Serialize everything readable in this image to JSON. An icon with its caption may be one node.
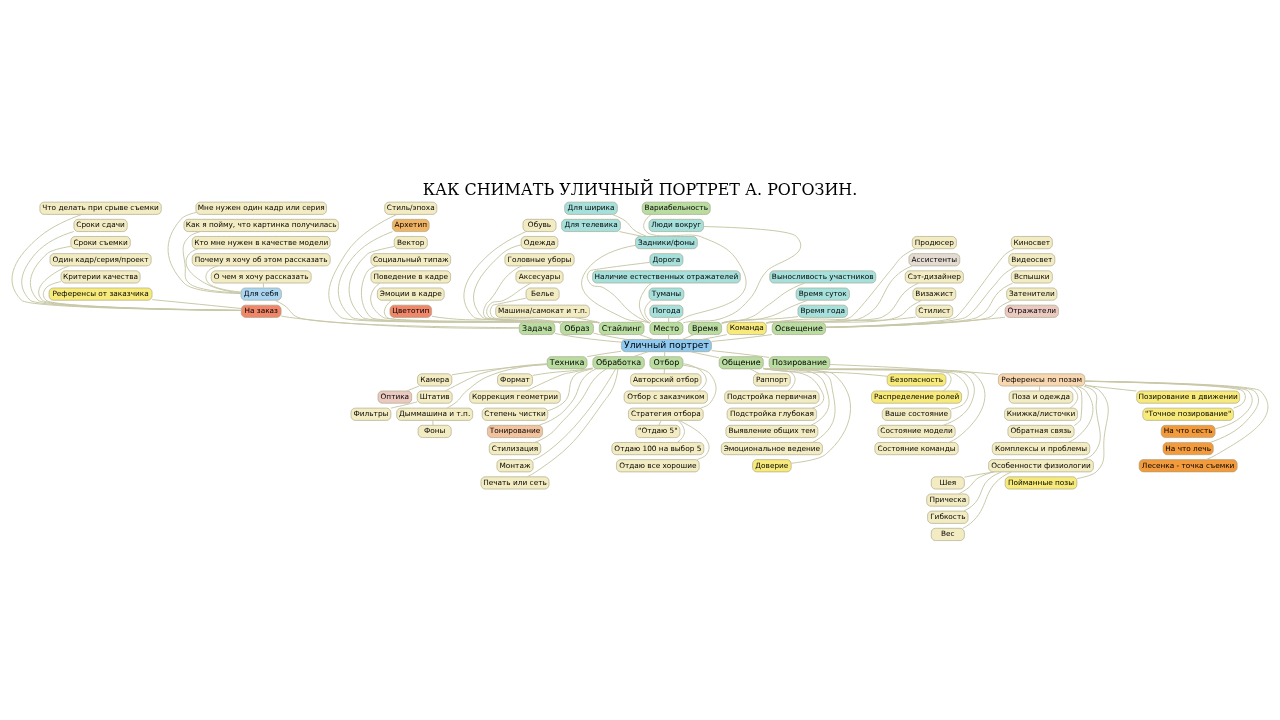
{
  "diagram": {
    "title": "КАК СНИМАТЬ УЛИЧНЫЙ ПОРТРЕТ А. РОГОЗИН.",
    "nodes": [
      {
        "text": [
          "Уличный портрет"
        ]
      },
      {
        "text": [
          "Задача"
        ]
      },
      {
        "text": [
          "На заказ"
        ]
      },
      {
        "text": [
          "Референсы от заказчика"
        ]
      },
      {
        "text": [
          "Критерии качества"
        ]
      },
      {
        "text": [
          "Один кадр/серия/проект"
        ]
      },
      {
        "text": [
          "Сроки съемки"
        ]
      },
      {
        "text": [
          "Сроки сдачи"
        ]
      },
      {
        "text": [
          "Что делать при срыве съемки"
        ]
      },
      {
        "text": [
          "Для себя"
        ]
      },
      {
        "text": [
          "О чем я хочу рассказать"
        ]
      },
      {
        "text": [
          "Почему я хочу об этом рассказать"
        ]
      },
      {
        "text": [
          "Кто мне нужен в качестве модели"
        ]
      },
      {
        "text": [
          "Как я пойму, что картинка получилась"
        ]
      },
      {
        "text": [
          "Мне нужен один кадр или серия"
        ]
      },
      {
        "text": [
          "Образ"
        ]
      },
      {
        "text": [
          "Цветотип"
        ]
      },
      {
        "text": [
          "Эмоции в кадре"
        ]
      },
      {
        "text": [
          "Поведение в кадре"
        ]
      },
      {
        "text": [
          "Социальный типаж"
        ]
      },
      {
        "text": [
          "Вектор"
        ]
      },
      {
        "text": [
          "Архетип"
        ]
      },
      {
        "text": [
          "Стиль/эпоха"
        ]
      },
      {
        "text": [
          "Стайлинг"
        ]
      },
      {
        "text": [
          "Машина/самокат и т.п."
        ]
      },
      {
        "text": [
          "Белье"
        ]
      },
      {
        "text": [
          "Аксесуары"
        ]
      },
      {
        "text": [
          "Головные уборы"
        ]
      },
      {
        "text": [
          "Одежда"
        ]
      },
      {
        "text": [
          "Обувь"
        ]
      },
      {
        "text": [
          "Место"
        ]
      },
      {
        "text": [
          "Погода"
        ]
      },
      {
        "text": [
          "Туманы"
        ]
      },
      {
        "text": [
          "Наличие естественных отражателей"
        ]
      },
      {
        "text": [
          "Для телевика"
        ]
      },
      {
        "text": [
          "Для ширика"
        ]
      },
      {
        "text": [
          "Дорога"
        ]
      },
      {
        "text": [
          "Задники/фоны"
        ]
      },
      {
        "text": [
          "Люди вокруг"
        ]
      },
      {
        "text": [
          "Вариабельность"
        ]
      },
      {
        "text": [
          "Время"
        ]
      },
      {
        "text": [
          "Время года"
        ]
      },
      {
        "text": [
          "Время суток"
        ]
      },
      {
        "text": [
          "Выносливость участников"
        ]
      },
      {
        "text": [
          "Команда"
        ]
      },
      {
        "text": [
          "Стилист"
        ]
      },
      {
        "text": [
          "Визажист"
        ]
      },
      {
        "text": [
          "Сэт-дизайнер"
        ]
      },
      {
        "text": [
          "Ассистенты"
        ]
      },
      {
        "text": [
          "Продюсер"
        ]
      },
      {
        "text": [
          "Освещение"
        ]
      },
      {
        "text": [
          "Отражатели"
        ]
      },
      {
        "text": [
          "Затенители"
        ]
      },
      {
        "text": [
          "Вспышки"
        ]
      },
      {
        "text": [
          "Видеосвет"
        ]
      },
      {
        "text": [
          "Киносвет"
        ]
      },
      {
        "text": [
          "Техника"
        ]
      },
      {
        "text": [
          "Камера"
        ]
      },
      {
        "text": [
          "Оптика"
        ]
      },
      {
        "text": [
          "Штатив"
        ]
      },
      {
        "text": [
          "Фильтры"
        ]
      },
      {
        "text": [
          "Дыммашина и т.п."
        ]
      },
      {
        "text": [
          "Фоны"
        ]
      },
      {
        "text": [
          "Обработка"
        ]
      },
      {
        "text": [
          "Формат"
        ]
      },
      {
        "text": [
          "Коррекция геометрии"
        ]
      },
      {
        "text": [
          "Степень чистки"
        ]
      },
      {
        "text": [
          "Тонирование"
        ]
      },
      {
        "text": [
          "Стилизация"
        ]
      },
      {
        "text": [
          "Монтаж"
        ]
      },
      {
        "text": [
          "Печать или сеть"
        ]
      },
      {
        "text": [
          "Отбор"
        ]
      },
      {
        "text": [
          "Авторский отбор"
        ]
      },
      {
        "text": [
          "Отбор с заказчиком"
        ]
      },
      {
        "text": [
          "Стратегия отбора"
        ]
      },
      {
        "text": [
          "\"Отдаю 5\""
        ]
      },
      {
        "text": [
          "Отдаю 100 на выбор 5"
        ]
      },
      {
        "text": [
          "Отдаю все хорошие"
        ]
      },
      {
        "text": [
          "Общение"
        ]
      },
      {
        "text": [
          "Раппорт"
        ]
      },
      {
        "text": [
          "Подстройка первичная"
        ]
      },
      {
        "text": [
          "Подстройка глубокая"
        ]
      },
      {
        "text": [
          "Выявление общих тем"
        ]
      },
      {
        "text": [
          "Эмоциональное ведение"
        ]
      },
      {
        "text": [
          "Доверие"
        ]
      },
      {
        "text": [
          "Безопасность"
        ]
      },
      {
        "text": [
          "Распределение ролей"
        ]
      },
      {
        "text": [
          "Ваше состояние"
        ]
      },
      {
        "text": [
          "Состояние модели"
        ]
      },
      {
        "text": [
          "Состояние команды"
        ]
      },
      {
        "text": [
          "Позирование"
        ]
      },
      {
        "text": [
          "Референсы по позам"
        ]
      },
      {
        "text": [
          "Поза и одежда"
        ]
      },
      {
        "text": [
          "Книжка/листочки"
        ]
      },
      {
        "text": [
          "Обратная связь"
        ]
      },
      {
        "text": [
          "Комплексы и проблемы"
        ]
      },
      {
        "text": [
          "Особенности физиологии"
        ]
      },
      {
        "text": [
          "Шея"
        ]
      },
      {
        "text": [
          "Прическа"
        ]
      },
      {
        "text": [
          "Гибкость"
        ]
      },
      {
        "text": [
          "Вес"
        ]
      },
      {
        "text": [
          "Пойманные позы"
        ]
      },
      {
        "text": [
          "Позирование в движении"
        ]
      },
      {
        "text": [
          "\"Точное позирование\""
        ]
      },
      {
        "text": [
          "На что сесть"
        ]
      },
      {
        "text": [
          "На что лечь"
        ]
      },
      {
        "text": [
          "Лесенка - точка съемки"
        ]
      }
    ],
    "edges": [
      {
        "from": 0,
        "to": 1,
        "arrow": "none"
      },
      {
        "from": 1,
        "to": 2,
        "arrow": "none"
      },
      {
        "from": 2,
        "to": 3,
        "arrow": "none"
      },
      {
        "from": 2,
        "to": 4,
        "arrow": "none"
      },
      {
        "from": 2,
        "to": 5,
        "arrow": "none"
      },
      {
        "from": 2,
        "to": 6,
        "arrow": "none"
      },
      {
        "from": 2,
        "to": 7,
        "arrow": "none"
      },
      {
        "from": 2,
        "to": 8,
        "arrow": "none"
      },
      {
        "from": 1,
        "to": 9,
        "arrow": "none"
      },
      {
        "from": 9,
        "to": 10,
        "arrow": "none"
      },
      {
        "from": 9,
        "to": 11,
        "arrow": "none"
      },
      {
        "from": 9,
        "to": 12,
        "arrow": "none"
      },
      {
        "from": 9,
        "to": 13,
        "arrow": "none"
      },
      {
        "from": 9,
        "to": 14,
        "arrow": "none"
      },
      {
        "from": 0,
        "to": 15,
        "arrow": "none"
      },
      {
        "from": 15,
        "to": 16,
        "arrow": "none"
      },
      {
        "from": 15,
        "to": 17,
        "arrow": "none"
      },
      {
        "from": 15,
        "to": 18,
        "arrow": "none"
      },
      {
        "from": 15,
        "to": 19,
        "arrow": "none"
      },
      {
        "from": 15,
        "to": 20,
        "arrow": "none"
      },
      {
        "from": 15,
        "to": 21,
        "arrow": "none"
      },
      {
        "from": 15,
        "to": 22,
        "arrow": "none"
      },
      {
        "from": 0,
        "to": 23,
        "arrow": "none"
      },
      {
        "from": 23,
        "to": 24,
        "arrow": "none"
      },
      {
        "from": 23,
        "to": 25,
        "arrow": "none"
      },
      {
        "from": 23,
        "to": 26,
        "arrow": "none"
      },
      {
        "from": 23,
        "to": 27,
        "arrow": "none"
      },
      {
        "from": 23,
        "to": 28,
        "arrow": "none"
      },
      {
        "from": 23,
        "to": 29,
        "arrow": "none"
      },
      {
        "from": 0,
        "to": 30,
        "arrow": "none"
      },
      {
        "from": 30,
        "to": 31,
        "arrow": "none"
      },
      {
        "from": 30,
        "to": 32,
        "arrow": "none"
      },
      {
        "from": 30,
        "to": 33,
        "arrow": "none"
      },
      {
        "from": 37,
        "to": 34,
        "arrow": "none"
      },
      {
        "from": 37,
        "to": 35,
        "arrow": "none"
      },
      {
        "from": 30,
        "to": 36,
        "arrow": "none"
      },
      {
        "from": 30,
        "to": 37,
        "arrow": "none"
      },
      {
        "from": 30,
        "to": 38,
        "arrow": "none"
      },
      {
        "from": 30,
        "to": 39,
        "arrow": "none"
      },
      {
        "from": 0,
        "to": 40,
        "arrow": "none"
      },
      {
        "from": 40,
        "to": 41,
        "arrow": "none"
      },
      {
        "from": 40,
        "to": 42,
        "arrow": "none"
      },
      {
        "from": 40,
        "to": 43,
        "arrow": "none"
      },
      {
        "from": 0,
        "to": 44,
        "arrow": "none"
      },
      {
        "from": 44,
        "to": 45,
        "arrow": "none"
      },
      {
        "from": 44,
        "to": 46,
        "arrow": "none"
      },
      {
        "from": 44,
        "to": 47,
        "arrow": "none"
      },
      {
        "from": 44,
        "to": 48,
        "arrow": "none"
      },
      {
        "from": 44,
        "to": 49,
        "arrow": "none"
      },
      {
        "from": 0,
        "to": 50,
        "arrow": "none"
      },
      {
        "from": 50,
        "to": 51,
        "arrow": "none"
      },
      {
        "from": 50,
        "to": 52,
        "arrow": "none"
      },
      {
        "from": 50,
        "to": 53,
        "arrow": "none"
      },
      {
        "from": 50,
        "to": 54,
        "arrow": "none"
      },
      {
        "from": 50,
        "to": 55,
        "arrow": "none"
      },
      {
        "from": 0,
        "to": 56,
        "arrow": "none"
      },
      {
        "from": 56,
        "to": 57,
        "arrow": "none"
      },
      {
        "from": 57,
        "to": 58,
        "arrow": "none"
      },
      {
        "from": 56,
        "to": 59,
        "arrow": "none"
      },
      {
        "from": 59,
        "to": 60,
        "arrow": "none"
      },
      {
        "from": 56,
        "to": 61,
        "arrow": "none"
      },
      {
        "from": 61,
        "to": 62,
        "arrow": "none"
      },
      {
        "from": 0,
        "to": 63,
        "arrow": "none"
      },
      {
        "from": 63,
        "to": 64,
        "arrow": "none"
      },
      {
        "from": 63,
        "to": 65,
        "arrow": "none"
      },
      {
        "from": 63,
        "to": 66,
        "arrow": "none"
      },
      {
        "from": 63,
        "to": 67,
        "arrow": "none"
      },
      {
        "from": 63,
        "to": 68,
        "arrow": "none"
      },
      {
        "from": 63,
        "to": 69,
        "arrow": "none"
      },
      {
        "from": 63,
        "to": 70,
        "arrow": "none"
      },
      {
        "from": 0,
        "to": 71,
        "arrow": "none"
      },
      {
        "from": 71,
        "to": 72,
        "arrow": "none"
      },
      {
        "from": 71,
        "to": 73,
        "arrow": "none"
      },
      {
        "from": 71,
        "to": 74,
        "arrow": "none"
      },
      {
        "from": 74,
        "to": 75,
        "arrow": "none"
      },
      {
        "from": 74,
        "to": 76,
        "arrow": "none"
      },
      {
        "from": 74,
        "to": 77,
        "arrow": "none"
      },
      {
        "from": 0,
        "to": 78,
        "arrow": "none"
      },
      {
        "from": 78,
        "to": 79,
        "arrow": "none"
      },
      {
        "from": 78,
        "to": 80,
        "arrow": "none"
      },
      {
        "from": 78,
        "to": 81,
        "arrow": "none"
      },
      {
        "from": 78,
        "to": 82,
        "arrow": "none"
      },
      {
        "from": 78,
        "to": 83,
        "arrow": "none"
      },
      {
        "from": 78,
        "to": 84,
        "arrow": "none"
      },
      {
        "from": 78,
        "to": 85,
        "arrow": "none"
      },
      {
        "from": 78,
        "to": 86,
        "arrow": "none"
      },
      {
        "from": 78,
        "to": 87,
        "arrow": "none"
      },
      {
        "from": 78,
        "to": 88,
        "arrow": "none"
      },
      {
        "from": 78,
        "to": 89,
        "arrow": "none"
      },
      {
        "from": 0,
        "to": 90,
        "arrow": "none"
      },
      {
        "from": 90,
        "to": 91,
        "arrow": "none"
      },
      {
        "from": 91,
        "to": 92,
        "arrow": "none"
      },
      {
        "from": 91,
        "to": 93,
        "arrow": "none"
      },
      {
        "from": 91,
        "to": 94,
        "arrow": "none"
      },
      {
        "from": 91,
        "to": 95,
        "arrow": "none"
      },
      {
        "from": 91,
        "to": 96,
        "arrow": "none"
      },
      {
        "from": 96,
        "to": 97,
        "arrow": "none"
      },
      {
        "from": 96,
        "to": 98,
        "arrow": "none"
      },
      {
        "from": 96,
        "to": 99,
        "arrow": "none"
      },
      {
        "from": 96,
        "to": 100,
        "arrow": "none"
      },
      {
        "from": 91,
        "to": 101,
        "arrow": "none"
      },
      {
        "from": 91,
        "to": 102,
        "arrow": "none"
      },
      {
        "from": 91,
        "to": 103,
        "arrow": "none"
      },
      {
        "from": 91,
        "to": 104,
        "arrow": "none"
      },
      {
        "from": 91,
        "to": 105,
        "arrow": "none"
      },
      {
        "from": 91,
        "to": 106,
        "arrow": "none"
      }
    ]
  }
}
